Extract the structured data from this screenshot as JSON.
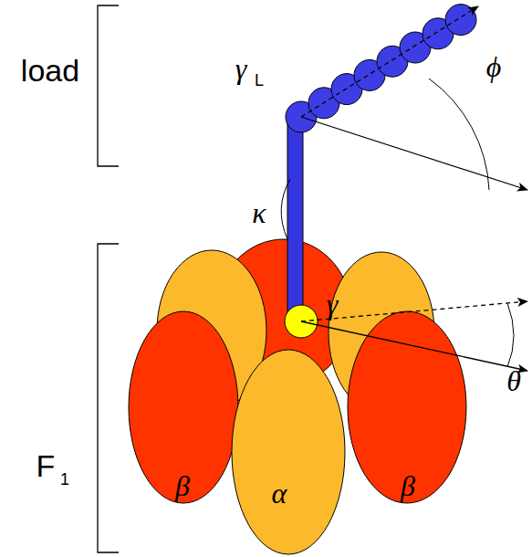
{
  "diagram": {
    "nodes": [
      {
        "text": [
          "β"
        ]
      },
      {
        "text": [
          "α"
        ]
      },
      {
        "text": [
          "β"
        ]
      }
    ],
    "labels": [
      "load",
      "γ",
      "L",
      "ϕ",
      "κ",
      "γ",
      "θ",
      "F",
      "1"
    ]
  }
}
